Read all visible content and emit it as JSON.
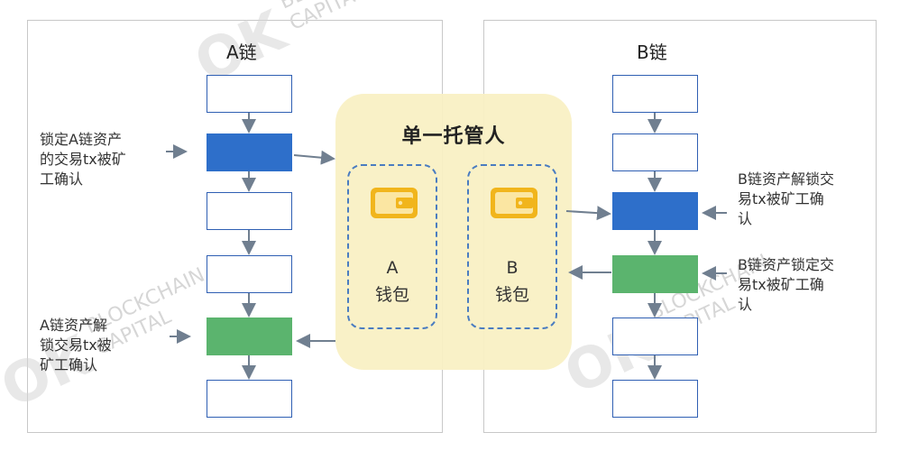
{
  "diagram": {
    "chain_a": {
      "title": "A链"
    },
    "chain_b": {
      "title": "B链"
    },
    "custodian": {
      "title": "单一托管人"
    },
    "wallets": {
      "a": {
        "line1": "A",
        "line2": "钱包"
      },
      "b": {
        "line1": "B",
        "line2": "钱包"
      }
    },
    "notes": {
      "a_lock": [
        "锁定A链资产",
        "的交易tx被矿",
        "工确认"
      ],
      "a_unlock": [
        "A链资产解",
        "锁交易tx被",
        "矿工确认"
      ],
      "b_unlock": [
        "B链资产解锁交",
        "易tx被矿工确",
        "认"
      ],
      "b_lock": [
        "B链资产锁定交",
        "易tx被矿工确",
        "认"
      ]
    },
    "colors": {
      "blue_block": "#2e6fca",
      "green_block": "#5bb46e",
      "custodian_bg": "#f9f0c4",
      "wallet_icon": "#f1b51c"
    }
  },
  "watermark": {
    "logo": "OK",
    "line1": "BLOCKCHAIN",
    "line2": "CAPITAL"
  }
}
